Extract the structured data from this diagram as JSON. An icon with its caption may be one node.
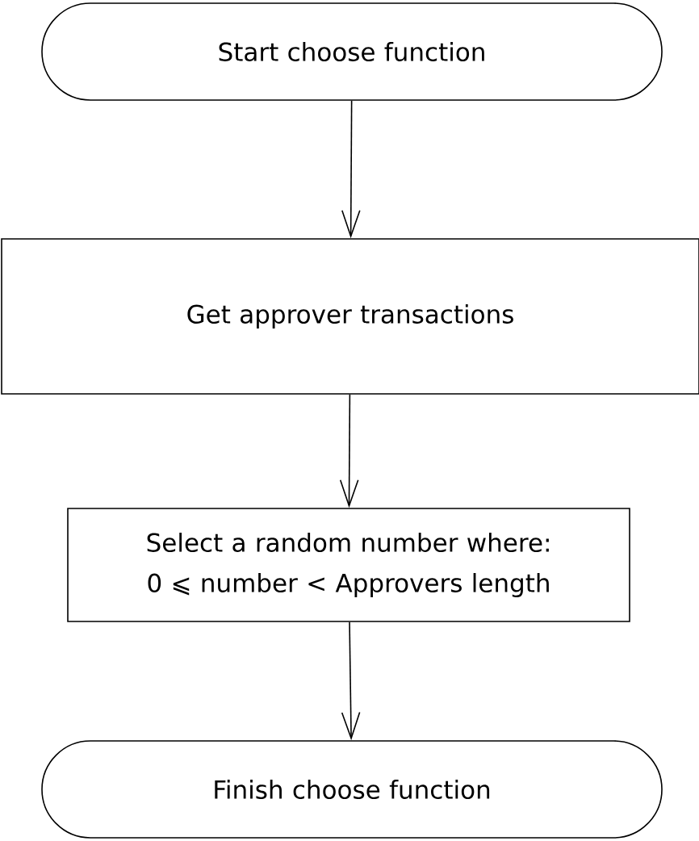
{
  "diagram": {
    "nodes": [
      {
        "text": [
          "Start choose function"
        ]
      },
      {
        "text": [
          "Get approver transactions"
        ]
      },
      {
        "text": [
          "Select a random number where: 0 ⩽ number < Approvers length"
        ]
      },
      {
        "text": [
          "Finish choose function"
        ]
      }
    ],
    "edges": [
      {
        "from": 0,
        "to": 1,
        "arrow": "to"
      },
      {
        "from": 1,
        "to": 2,
        "arrow": "to"
      },
      {
        "from": 2,
        "to": 3,
        "arrow": "to"
      }
    ]
  }
}
